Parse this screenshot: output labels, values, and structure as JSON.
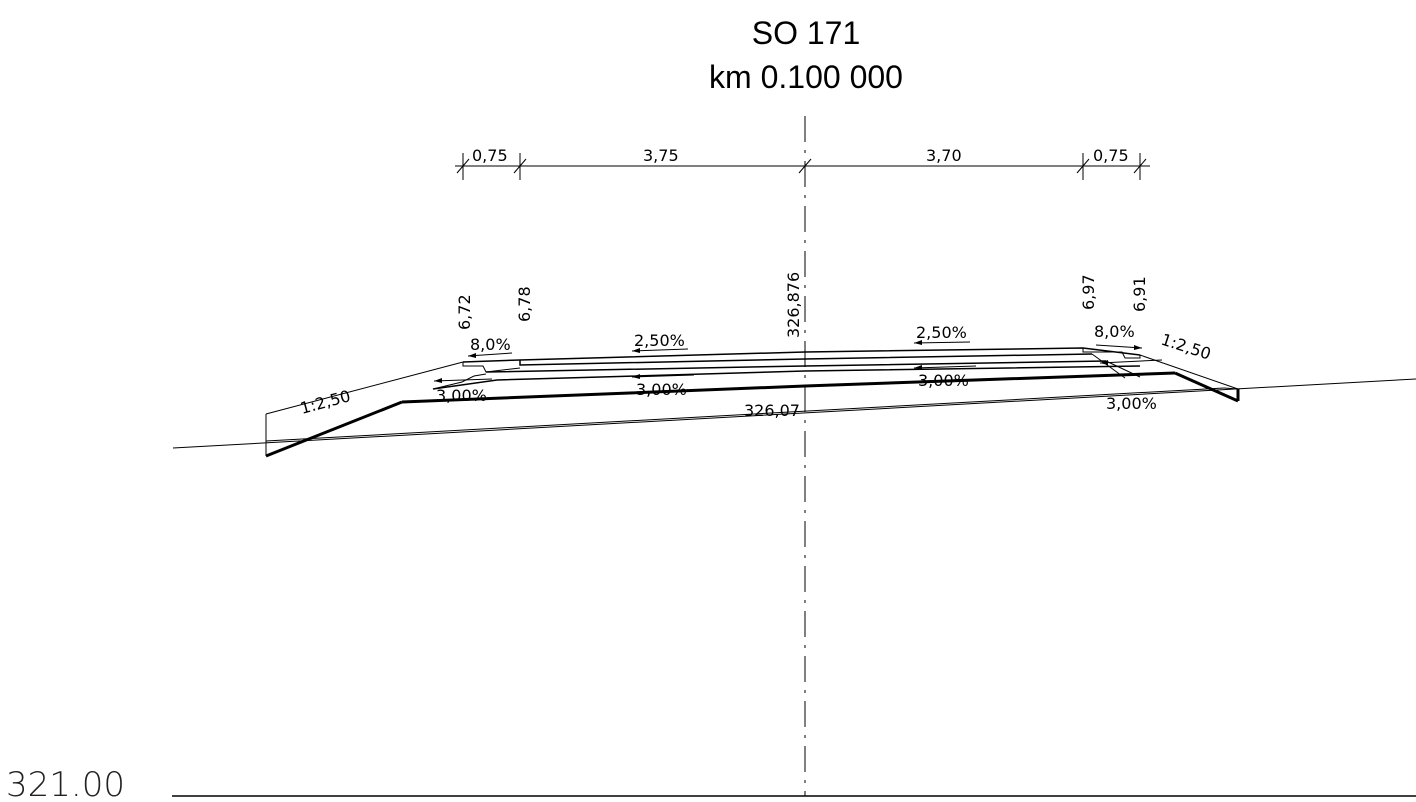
{
  "title": {
    "line1": "SO 171",
    "line2": "km 0.100 000"
  },
  "dimensions": {
    "left_shoulder": "0,75",
    "left_lane": "3,75",
    "right_lane": "3,70",
    "right_shoulder": "0,75"
  },
  "elevations": {
    "axis_top": "326,876",
    "left_outer": "6,72",
    "left_inner": "6,78",
    "right_inner": "6,97",
    "right_outer": "6,91",
    "axis_ground": "326,07"
  },
  "slopes": {
    "left_shoulder": "8,0%",
    "left_lane": "2,50%",
    "right_lane": "2,50%",
    "right_shoulder": "8,0%",
    "left_embankment": "1:2,50",
    "right_embankment": "1:2,50",
    "subgrade_1": "3,00%",
    "subgrade_2": "3,00%",
    "subgrade_3": "3,00%",
    "subgrade_4": "3,00%"
  },
  "datum": {
    "level": "321.00"
  }
}
